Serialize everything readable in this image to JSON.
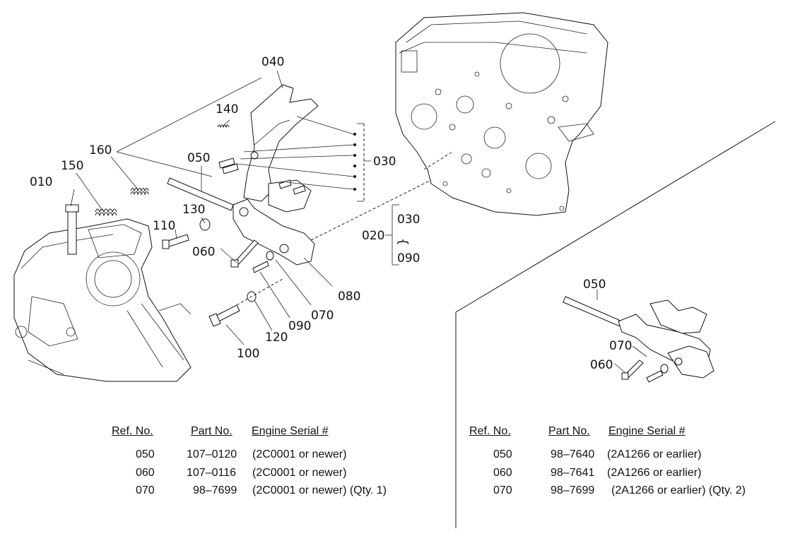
{
  "callouts": {
    "c010": "010",
    "c020": "020",
    "c030": "030",
    "c030b": "030",
    "c040": "040",
    "c050": "050",
    "c060": "060",
    "c070": "070",
    "c080": "080",
    "c090": "090",
    "c090b": "090",
    "c100": "100",
    "c110": "110",
    "c120": "120",
    "c130": "130",
    "c140": "140",
    "c150": "150",
    "c160": "160",
    "inset050": "050",
    "inset060": "060",
    "inset070": "070"
  },
  "range_symbol": "{",
  "table_left": {
    "headers": {
      "ref": "Ref. No.",
      "part": "Part No.",
      "serial": "Engine Serial #"
    },
    "rows": [
      {
        "ref": "050",
        "part": "107–0120",
        "serial": "(2C0001 or newer)"
      },
      {
        "ref": "060",
        "part": "107–0116",
        "serial": "(2C0001 or newer)"
      },
      {
        "ref": "070",
        "part": "98–7699",
        "serial": "(2C0001 or newer) (Qty. 1)"
      }
    ]
  },
  "table_right": {
    "headers": {
      "ref": "Ref. No.",
      "part": "Part No.",
      "serial": "Engine Serial #"
    },
    "rows": [
      {
        "ref": "050",
        "part": "98–7640",
        "serial": "(2A1266 or earlier)"
      },
      {
        "ref": "060",
        "part": "98–7641",
        "serial": "(2A1266 or earlier)"
      },
      {
        "ref": "070",
        "part": "98–7699",
        "serial": "(2A1266 or earlier) (Qty. 2)"
      }
    ]
  }
}
